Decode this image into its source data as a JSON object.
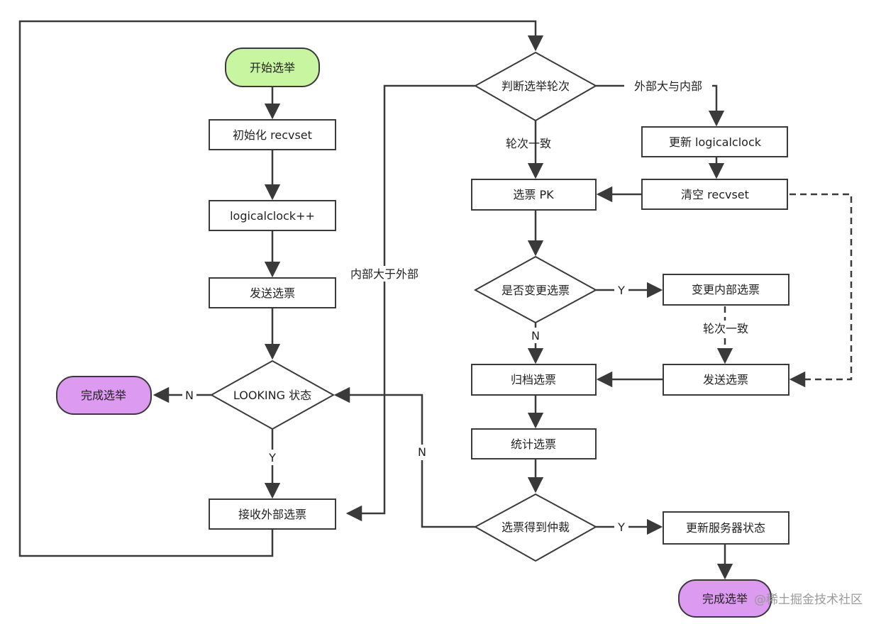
{
  "nodes": {
    "start": "开始选举",
    "init_recvset": "初始化 recvset",
    "logicalclock_inc": "logicalclock++",
    "send_vote_left": "发送选票",
    "looking_state": "LOOKING 状态",
    "finish_left": "完成选举",
    "receive_external": "接收外部选票",
    "judge_round": "判断选举轮次",
    "update_logicalclock": "更新 logicalclock",
    "clear_recvset": "清空 recvset",
    "vote_pk": "选票 PK",
    "change_vote_q": "是否变更选票",
    "change_internal": "变更内部选票",
    "send_vote_right": "发送选票",
    "archive_vote": "归档选票",
    "count_votes": "统计选票",
    "quorum_q": "选票得到仲裁",
    "update_server_state": "更新服务器状态",
    "finish_right": "完成选举"
  },
  "edge_labels": {
    "external_greater": "外部大与内部",
    "round_equal_1": "轮次一致",
    "internal_greater": "内部大于外部",
    "change_yes": "Y",
    "change_no": "N",
    "round_equal_2": "轮次一致",
    "looking_no": "N",
    "looking_yes": "Y",
    "quorum_no": "N",
    "quorum_yes": "Y"
  },
  "watermark": "@稀土掘金技术社区",
  "colors": {
    "start_fill": "#c8f5a0",
    "finish_fill": "#dc9af0",
    "stroke": "#3a3a3a",
    "box_fill": "#ffffff"
  }
}
